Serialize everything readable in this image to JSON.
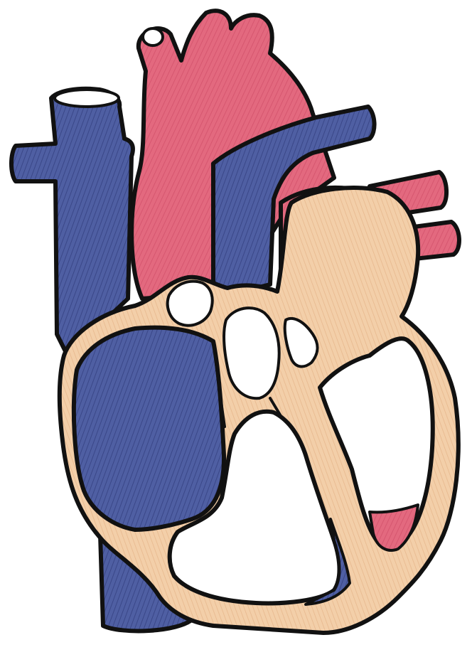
{
  "diagram": {
    "labels": [],
    "colors": {
      "background": "#ffffff",
      "deoxygenated_blood": "#4a5a9e",
      "deoxygenated_blood_light": "#6b78b5",
      "oxygenated_blood": "#e0607a",
      "oxygenated_blood_light": "#ec93a6",
      "heart_wall": "#f1c9a4",
      "heart_wall_shadow": "#e2ad84",
      "chamber_interior": "#ffffff",
      "outline": "#111111"
    },
    "structures": [
      "superior-vena-cava",
      "inferior-vena-cava",
      "aorta",
      "pulmonary-artery",
      "pulmonary-veins",
      "right-atrium",
      "right-ventricle",
      "left-atrium",
      "left-ventricle",
      "septum",
      "heart-valves"
    ]
  }
}
